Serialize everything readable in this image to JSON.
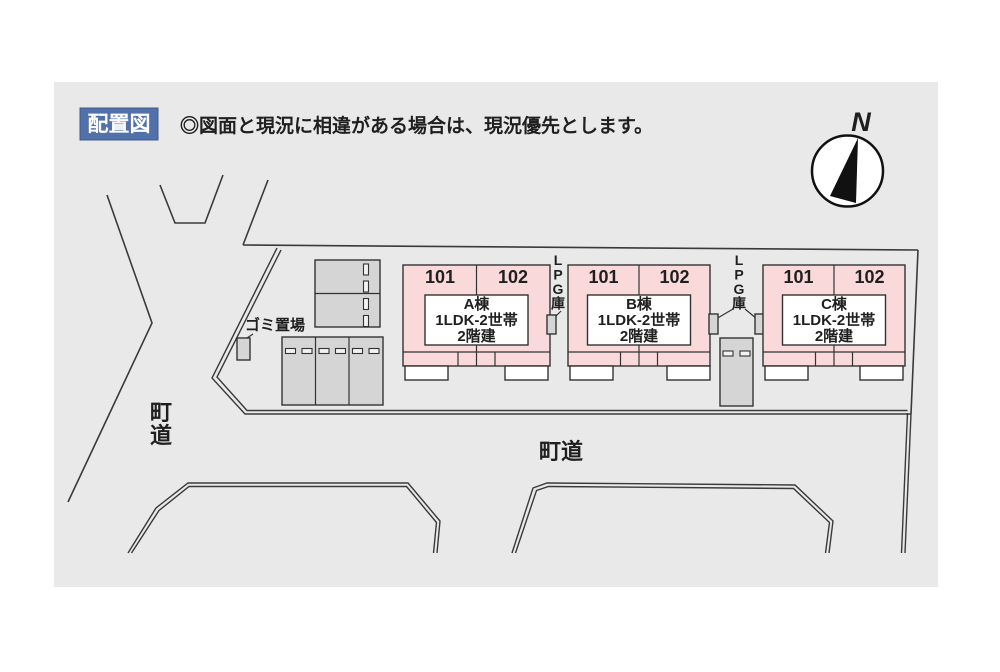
{
  "header": {
    "title": "配置図",
    "note": "◎図面と現況に相違がある場合は、現況優先とします。"
  },
  "compass": {
    "label": "N"
  },
  "buildings": [
    {
      "name": "A棟",
      "units": [
        "101",
        "102"
      ],
      "plan": "1LDK-2世帯",
      "floors": "2階建"
    },
    {
      "name": "B棟",
      "units": [
        "101",
        "102"
      ],
      "plan": "1LDK-2世帯",
      "floors": "2階建"
    },
    {
      "name": "C棟",
      "units": [
        "101",
        "102"
      ],
      "plan": "1LDK-2世帯",
      "floors": "2階建"
    }
  ],
  "labels": {
    "lpg_storage_chars": [
      "L",
      "P",
      "G",
      "庫"
    ],
    "garbage_area": "ゴミ置場",
    "road_left_chars": [
      "町",
      "道"
    ],
    "road_bottom": "町道"
  },
  "colors": {
    "accent_blue": "#5271a8",
    "building_pink": "#f9d9d9",
    "diagram_bg": "#e9e9e9",
    "parking_gray": "#d5d5d5",
    "line_dark": "#3a3a3a",
    "text": "#1f1f1f"
  }
}
